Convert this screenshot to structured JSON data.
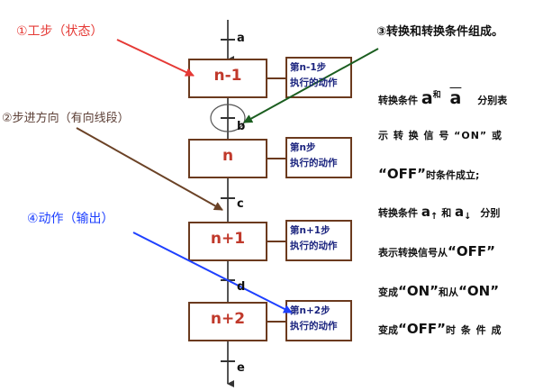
{
  "annotations": {
    "step": "①工步（状态）",
    "direction": "②步进方向（有向线段）",
    "transition": "③转换和转换条件组成。",
    "action": "④动作（输出）"
  },
  "steps": [
    {
      "label": "n-1",
      "action_line1": "第n-1步",
      "action_line2": "执行的动作"
    },
    {
      "label": "n",
      "action_line1": "第n步",
      "action_line2": "执行的动作"
    },
    {
      "label": "n+1",
      "action_line1": "第n+1步",
      "action_line2": "执行的动作"
    },
    {
      "label": "n+2",
      "action_line1": "第n+2步",
      "action_line2": "执行的动作"
    }
  ],
  "transitions": [
    "a",
    "b",
    "c",
    "d",
    "e"
  ],
  "explanation": {
    "l1_pre": "转换条件",
    "l1_a": "a",
    "l1_and": "和",
    "l1_abar": "a",
    "l1_post": "分别表",
    "l2": "示 转 换 信 号 “ON” 或",
    "l3_q": "“OFF”",
    "l3_post": "时条件成立;",
    "l4_pre": "转换条件",
    "l4_a1": "a",
    "l4_up": "↑",
    "l4_and": "和",
    "l4_a2": "a",
    "l4_down": "↓",
    "l4_post": "分别",
    "l5_pre": "表示转换信号从",
    "l5_off": "“OFF”",
    "l6_pre": "变成",
    "l6_on": "“ON”",
    "l6_mid": "和从",
    "l6_on2": "“ON”",
    "l7_pre": "变成",
    "l7_off": "“OFF”",
    "l7_post": "时 条 件 成"
  },
  "colors": {
    "step_border": "#6b3a1e",
    "step_text": "#c0392b",
    "annotation_step": "#e53935",
    "annotation_direction": "#6b4226",
    "annotation_transition": "#1b5e20",
    "annotation_action": "#1e40ff"
  }
}
